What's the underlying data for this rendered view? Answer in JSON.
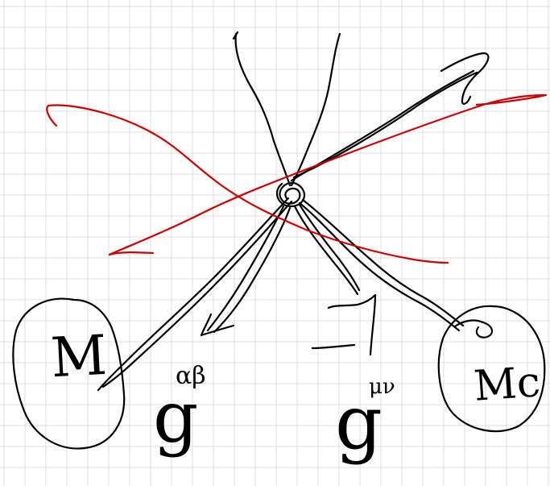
{
  "page": {
    "background": "#ffffff",
    "grid_color": "#dcdcdc",
    "ink_color": "#000000",
    "strike_color": "#cc0000"
  },
  "labels": {
    "mass_left": "M",
    "mass_right": "Mc",
    "metric_left": "g",
    "metric_left_script": "αβ",
    "metric_right": "g",
    "metric_right_script": "μν"
  }
}
